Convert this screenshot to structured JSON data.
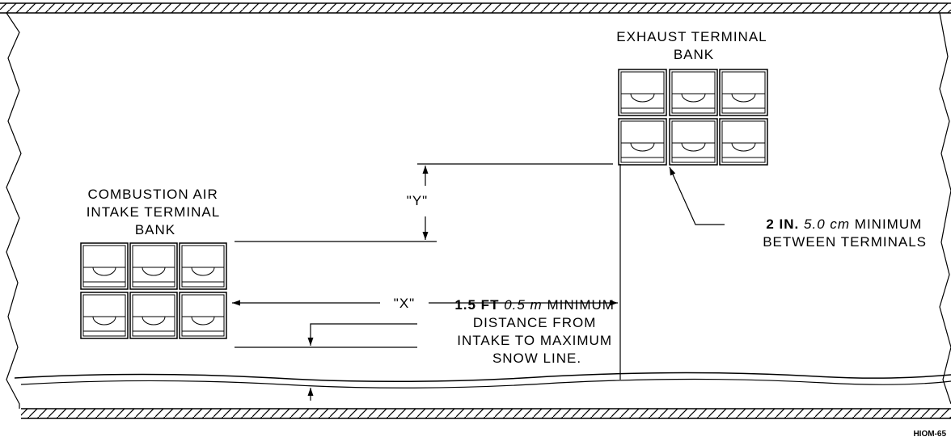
{
  "colors": {
    "ink": "#000000",
    "paper": "#ffffff"
  },
  "labels": {
    "exhaust_line1": "EXHAUST TERMINAL",
    "exhaust_line2": "BANK",
    "intake_line1": "COMBUSTION AIR",
    "intake_line2": "INTAKE TERMINAL",
    "intake_line3": "BANK",
    "dim_x": "\"X\"",
    "dim_y": "\"Y\"",
    "between_value": "2 IN.",
    "between_metric": "5.0 cm",
    "between_line1_rest": "MINIMUM",
    "between_line2": "BETWEEN TERMINALS",
    "snow_value": "1.5 FT",
    "snow_metric": "0.5 m",
    "snow_line1_rest": "MINIMUM",
    "snow_line2": "DISTANCE FROM",
    "snow_line3": "INTAKE TO MAXIMUM",
    "snow_line4": "SNOW LINE.",
    "figure_id": "HIOM-65"
  }
}
